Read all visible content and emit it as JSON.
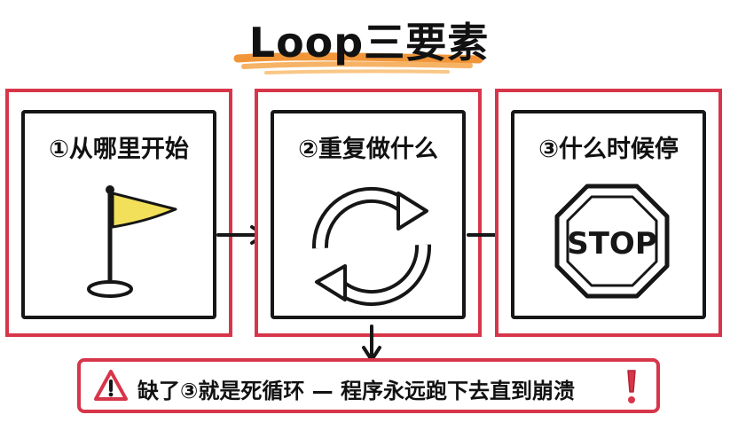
{
  "title": "Loop三要素",
  "steps": [
    {
      "label": "①从哪里开始",
      "icon": "flag-icon"
    },
    {
      "label": "②重复做什么",
      "icon": "cycle-icon"
    },
    {
      "label": "③什么时候停",
      "icon": "stop-sign-icon",
      "sign_text": "STOP"
    }
  ],
  "warning": {
    "text": "缺了③就是死循环 — 程序永远跑下去直到崩溃",
    "icon_left": "warning-triangle-icon",
    "icon_right": "exclamation-icon"
  },
  "colors": {
    "panel_border": "#d7364a",
    "title_underline": "#f08a24",
    "flag": "#f3e05a",
    "ink": "#161616"
  }
}
